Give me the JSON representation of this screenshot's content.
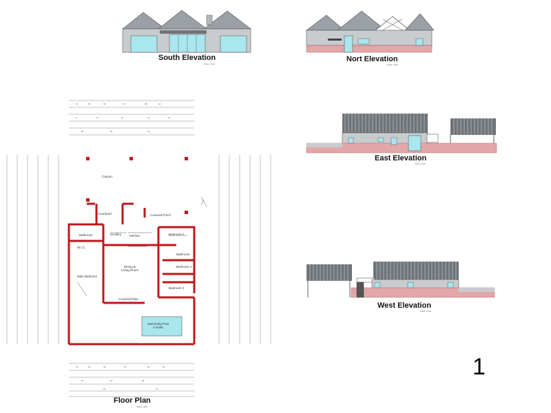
{
  "sheet_number": "1",
  "titles": {
    "south": "South Elevation",
    "north": "Nort Elevation",
    "east": "East Elevation",
    "west": "West Elevation",
    "floor_plan": "Floor Plan"
  },
  "scale_note": "Scale 1:100",
  "rooms": {
    "carport": "Carport",
    "courtyard": "Courtyard",
    "covered_porch": "Covered Porch",
    "bathroom_1": "Bathroom",
    "scullery": "Scullery",
    "kitchen": "Kitchen",
    "bedroom_2": "Bedroom 2",
    "wic": "W.I.C.",
    "bathroom_2": "Bathroom",
    "main_bedroom": "Main Bedroom",
    "dining_living": "Dining &\nLiving Room",
    "bedroom_4": "Bedroom 4",
    "bedroom_3": "Bedroom 3",
    "covered_patio": "Covered Patio",
    "pool": "Swimming Pool\n3 Scale"
  },
  "colors": {
    "wall_red": "#c0161b",
    "roof_grey": "#9aa0a6",
    "wall_grey": "#c9ccce",
    "glass_cyan": "#a9e6ee",
    "plinth_pink": "#e2a7a8",
    "roof_stripe": "#6f7479"
  }
}
